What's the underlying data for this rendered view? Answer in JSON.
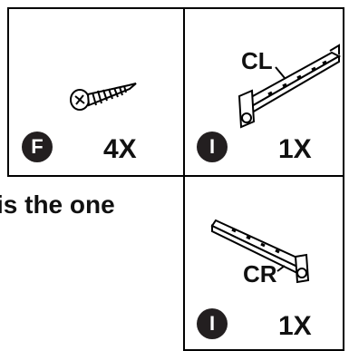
{
  "parts": [
    {
      "badge": "F",
      "quantity": "4X",
      "icon": "screw-icon"
    },
    {
      "badge": "I",
      "quantity": "1X",
      "label": "CL",
      "icon": "rail-left-icon"
    },
    {
      "badge": "I",
      "quantity": "1X",
      "label": "CR",
      "icon": "rail-right-icon"
    }
  ],
  "caption": "is the one"
}
